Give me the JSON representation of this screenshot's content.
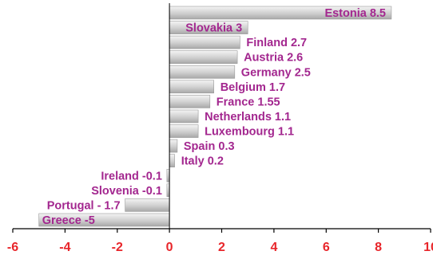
{
  "chart_data": {
    "type": "bar",
    "orientation": "horizontal",
    "title": "",
    "xlabel": "",
    "ylabel": "",
    "xlim": [
      -6,
      10
    ],
    "xticks": [
      -6,
      -4,
      -2,
      0,
      2,
      4,
      6,
      8,
      10
    ],
    "xtick_labels": [
      "-6",
      "-4",
      "-2",
      "0",
      "2",
      "4",
      "6",
      "8",
      "10"
    ],
    "grid": false,
    "legend": "none",
    "categories": [
      "Estonia",
      "Slovakia",
      "Finland",
      "Austria",
      "Germany",
      "Belgium",
      "France",
      "Netherlands",
      "Luxembourg",
      "Spain",
      "Italy",
      "Ireland",
      "Slovenia",
      "Portugal",
      "Greece"
    ],
    "values": [
      8.5,
      3,
      2.7,
      2.6,
      2.5,
      1.7,
      1.55,
      1.1,
      1.1,
      0.3,
      0.2,
      -0.1,
      -0.1,
      -1.7,
      -5
    ],
    "bar_labels": [
      "Estonia 8.5",
      "Slovakia 3",
      "Finland 2.7",
      "Austria 2.6",
      "Germany 2.5",
      "Belgium 1.7",
      "France 1.55",
      "Netherlands 1.1",
      "Luxembourg 1.1",
      "Spain 0.3",
      "Italy 0.2",
      "Ireland -0.1",
      "Slovenia -0.1",
      "Portugal - 1.7",
      "Greece  -5"
    ],
    "colors": {
      "label": "#a3278f",
      "tick_label": "#e8252a",
      "axis": "#000000",
      "bar_light": "#f4f4f4",
      "bar_mid": "#cfcfcf",
      "bar_dark": "#a8a8a8"
    }
  }
}
